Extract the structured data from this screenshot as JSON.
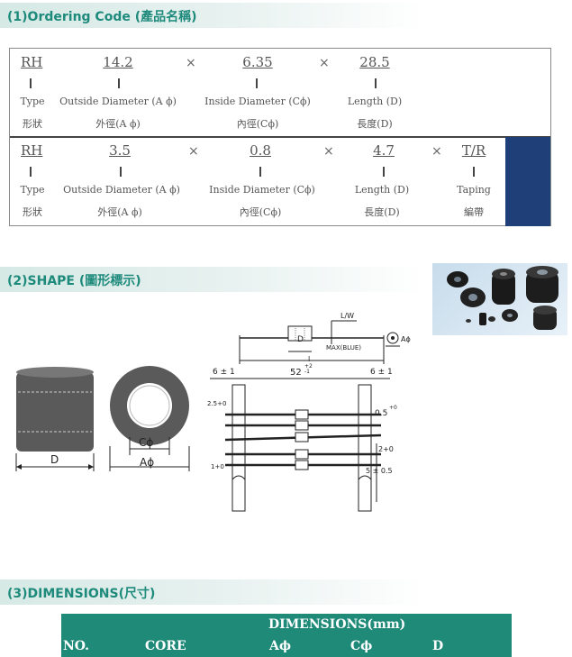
{
  "sections": {
    "ordering": "(1)Ordering Code (產品名稱)",
    "shape": "(2)SHAPE (圖形標示)",
    "dimensions": "(3)DIMENSIONS(尺寸)"
  },
  "ordering_rows": [
    {
      "codes": [
        "RH",
        "14.2",
        "6.35",
        "28.5"
      ],
      "times": [
        "×",
        "×"
      ],
      "en": [
        "Type",
        "Outside Diameter (A ϕ)",
        "Inside Diameter (Cϕ)",
        "Length (D)"
      ],
      "zh": [
        "形狀",
        "外徑(A ϕ)",
        "內徑(Cϕ)",
        "長度(D)"
      ]
    },
    {
      "codes": [
        "RH",
        "3.5",
        "0.8",
        "4.7",
        "T/R"
      ],
      "times": [
        "×",
        "×",
        "×"
      ],
      "en": [
        "Type",
        "Outside Diameter (A ϕ)",
        "Inside Diameter (Cϕ)",
        "Length (D)",
        "Taping"
      ],
      "zh": [
        "形狀",
        "外徑(A ϕ)",
        "內徑(Cϕ)",
        "長度(D)",
        "編帶"
      ]
    }
  ],
  "drawing_left": {
    "d_label": "D",
    "c_label": "Cϕ",
    "a_label": "Aϕ"
  },
  "drawing_right": {
    "lw": "L/W",
    "d": "D",
    "max": "MAX(BLUE)",
    "l": "l",
    "aphi": "Aϕ",
    "dim6a": "6 ± 1",
    "dim52": "52",
    "dim52tol": "+2 -1",
    "dim6b": "6 ± 1",
    "dim25": "2.5+0",
    "dim05": "0.5",
    "dim05tol": "+0",
    "dim2": "2+0",
    "dim1": "1+0",
    "dim5": "5 ± 0.5"
  },
  "table": {
    "group_header": "DIMENSIONS(mm)",
    "columns": [
      "NO.",
      "CORE",
      "Aϕ",
      "Cϕ",
      "D"
    ]
  },
  "colors": {
    "section_title": "#1e8a7c",
    "navy_block": "#1f3f78",
    "table_header": "#1f8a78"
  }
}
